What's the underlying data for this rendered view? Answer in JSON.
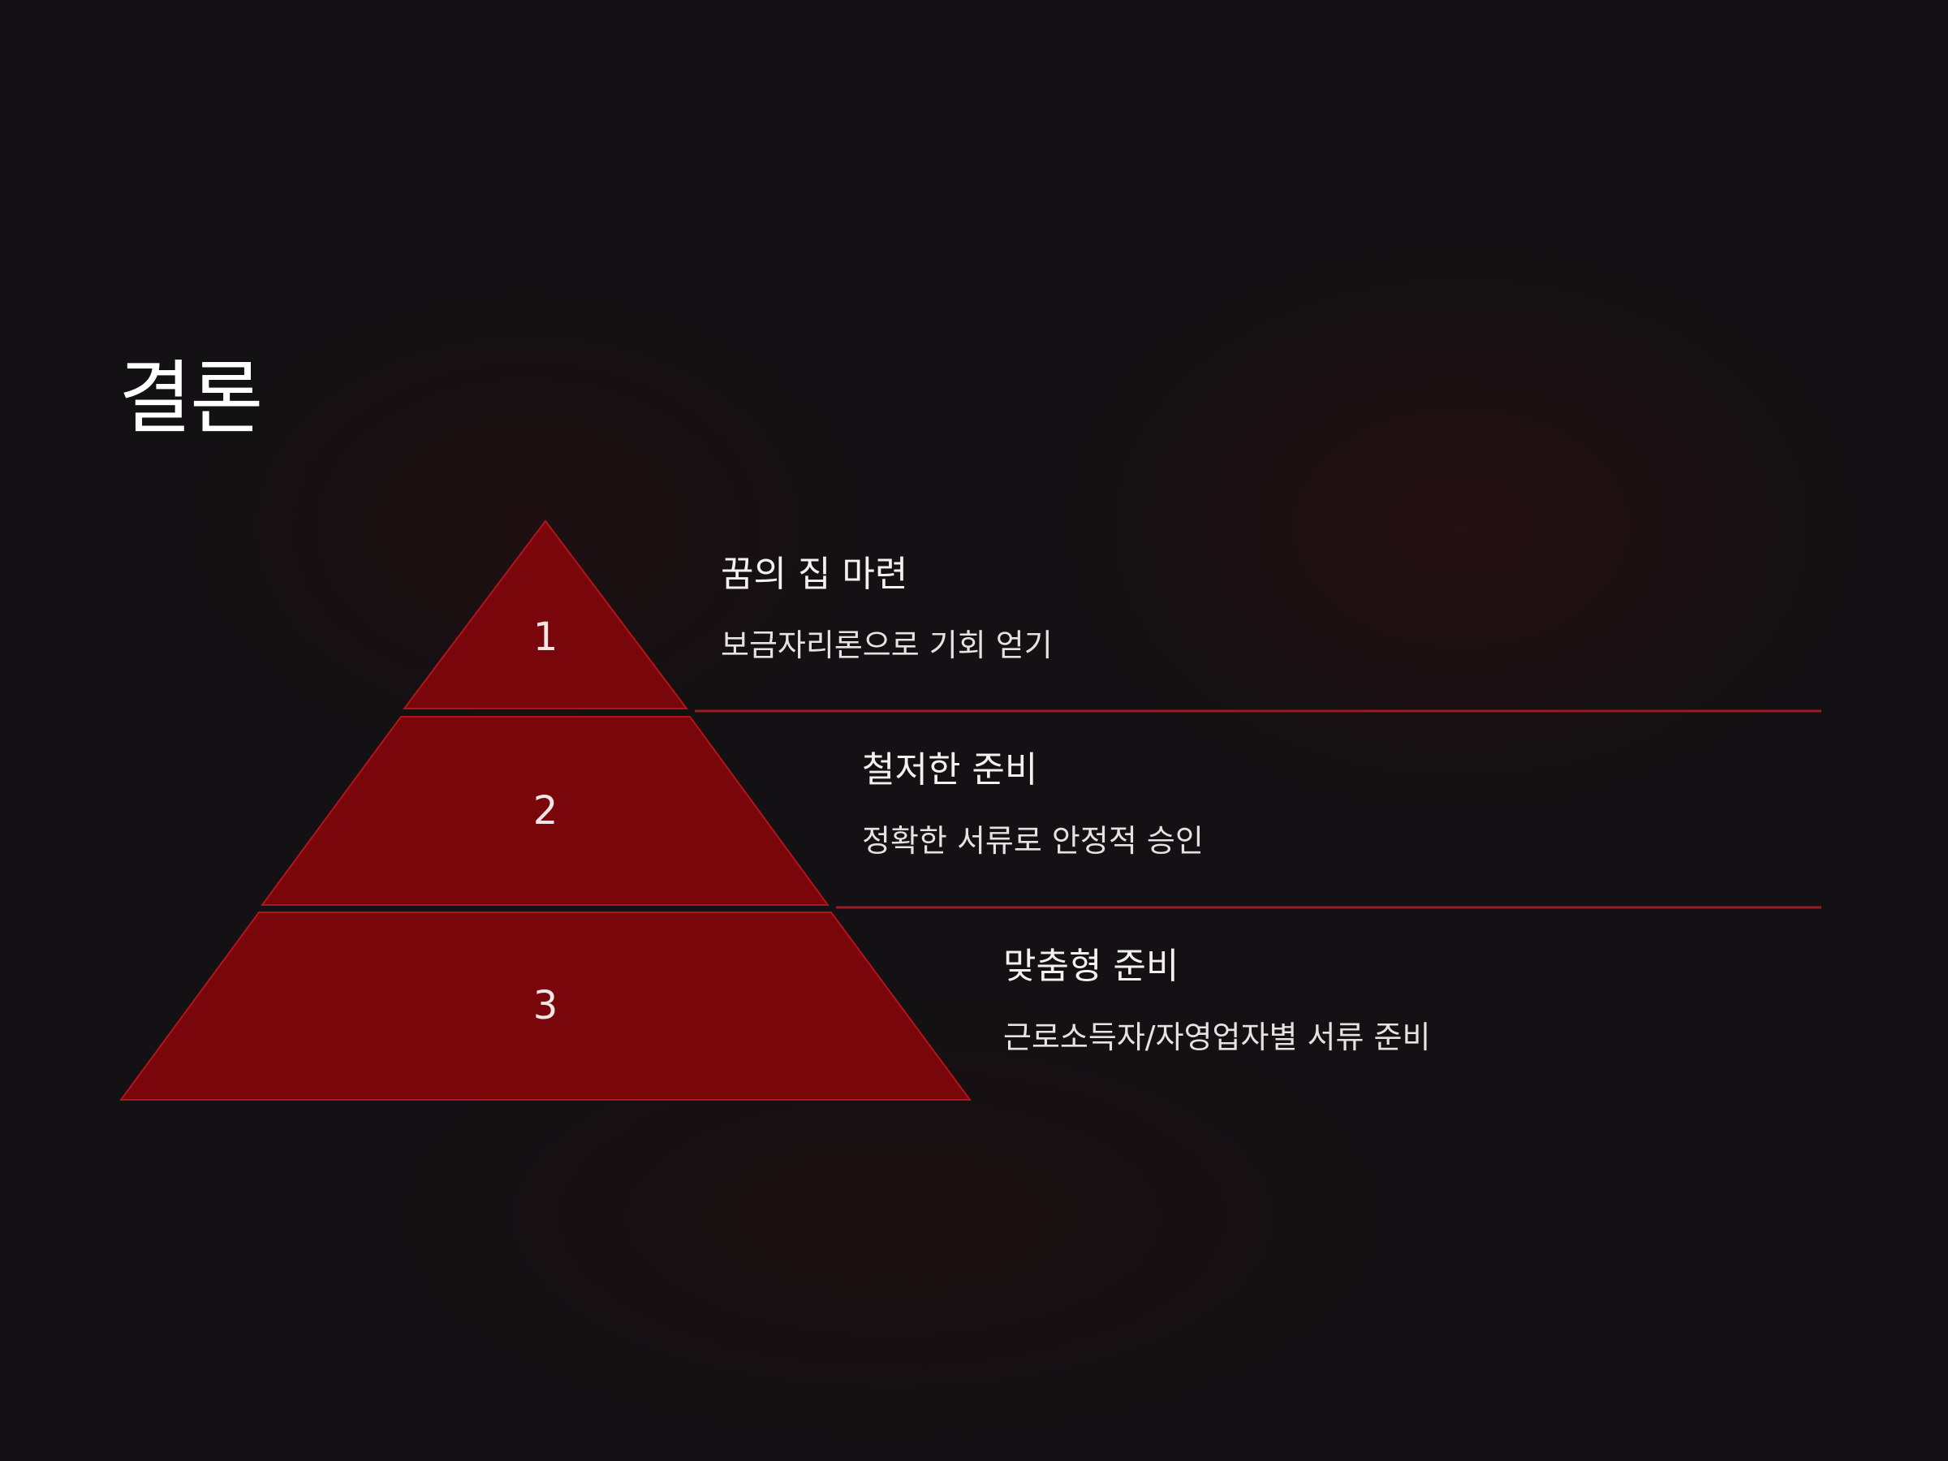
{
  "slide": {
    "title": "결론"
  },
  "levels": [
    {
      "number": "1",
      "title": "꿈의 집 마련",
      "description": "보금자리론으로 기회 얻기"
    },
    {
      "number": "2",
      "title": "철저한 준비",
      "description": "정확한 서류로 안정적 승인"
    },
    {
      "number": "3",
      "title": "맞춤형 준비",
      "description": "근로소득자/자영업자별 서류 준비"
    }
  ],
  "colors": {
    "background": "#131113",
    "pyramid_fill": "#78060a",
    "pyramid_stroke": "#b3141c",
    "divider": "#9e1a22",
    "text": "#f3f0f0"
  }
}
